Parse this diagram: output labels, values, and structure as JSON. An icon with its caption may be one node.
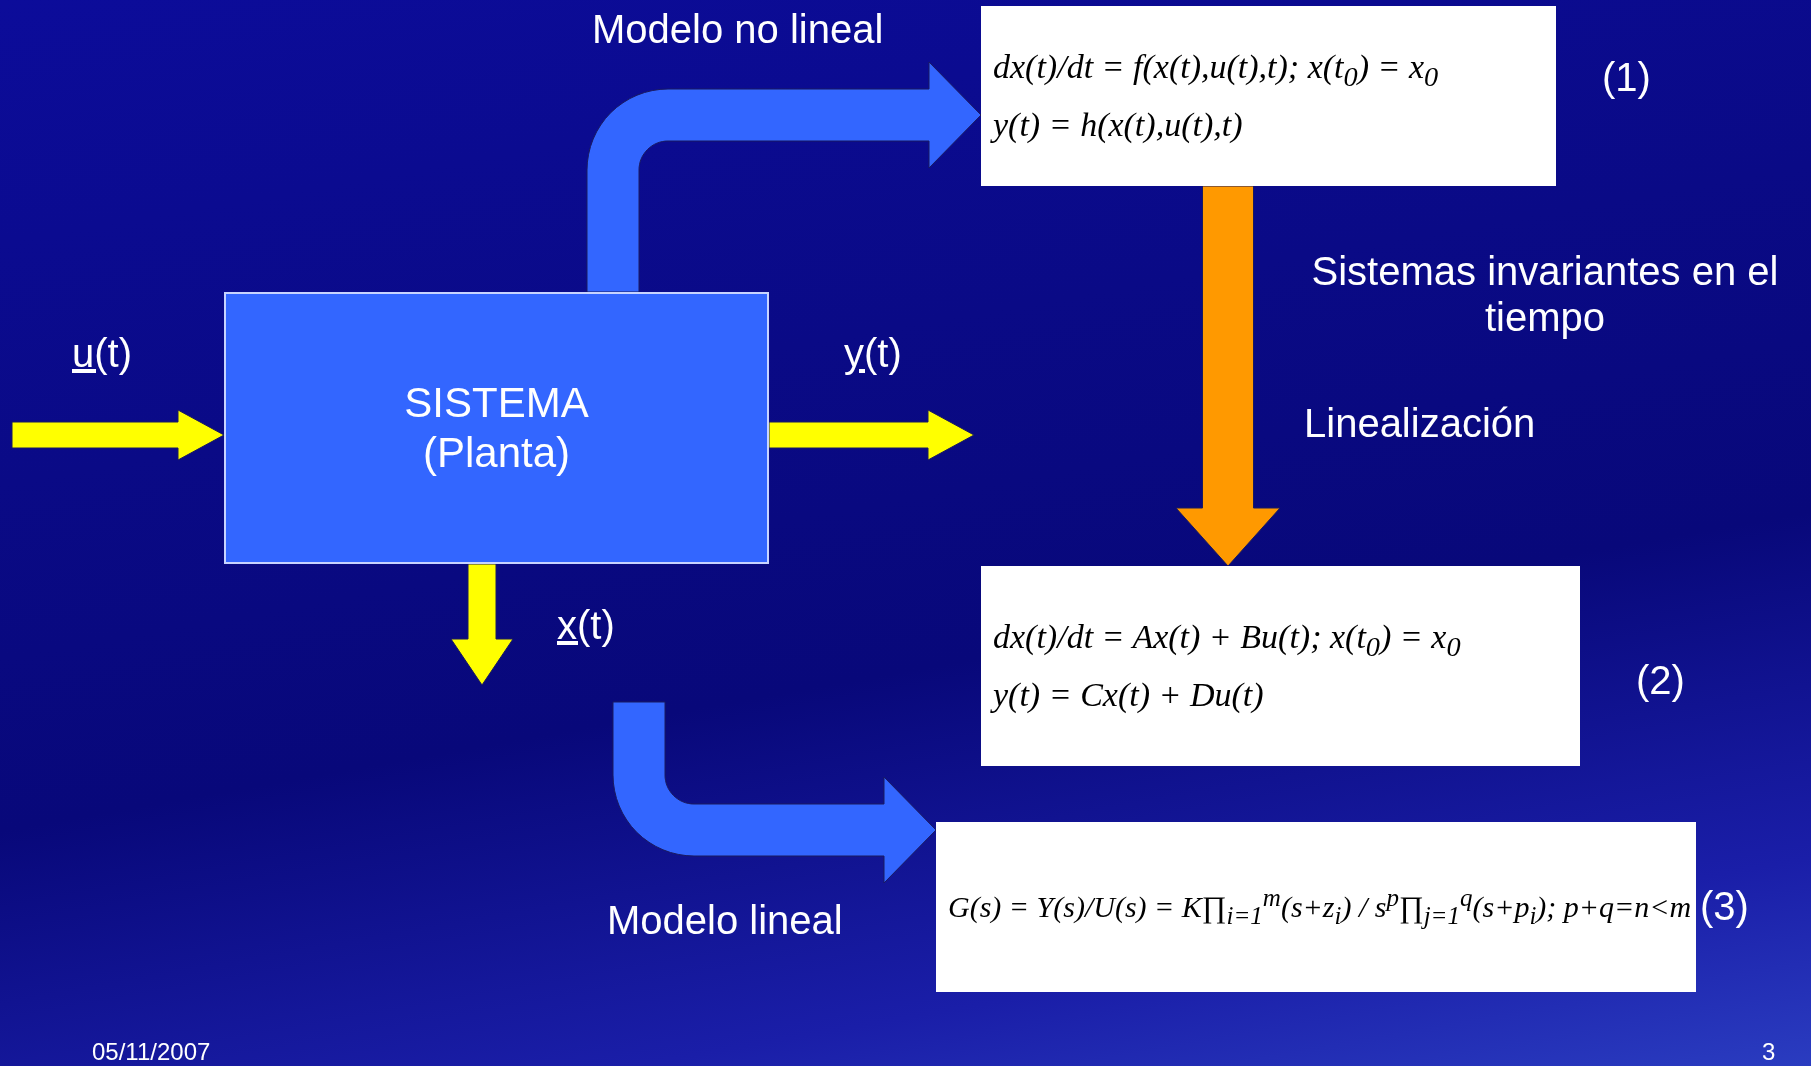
{
  "diagram": {
    "nodes": [
      {
        "text": [
          "SISTEMA (Planta)"
        ]
      },
      {
        "text": [
          "dx(t)/dt = f(x(t),u(t),t);   x(t$_{0}$) = x$_{0}$",
          "y(t) = h(x(t),u(t),t)"
        ],
        "beside": [
          "(1)"
        ]
      },
      {
        "text": [
          "dx(t)/dt = Ax(t) + Bu(t);   x(t$_{0}$) = x$_{0}$",
          "y(t) = Cx(t) + Du(t)"
        ],
        "beside": [
          "(2)"
        ]
      },
      {
        "text": [
          "G(s) = Y(s)/U(s) = K∏$_{i=1}$$^{m}$(s+z$_{i}$) / s$^{p}$∏$_{j=1}$$^{q}$(s+p$_{i}$);   p+q=n<m"
        ],
        "beside": [
          "(3)"
        ]
      }
    ],
    "edges": [
      {
        "from": null,
        "to": 0,
        "arrow": "to",
        "label": "u(t)"
      },
      {
        "from": 0,
        "to": null,
        "arrow": "to",
        "label": "y(t)"
      },
      {
        "from": 0,
        "to": null,
        "arrow": "to",
        "label": "x(t)"
      },
      {
        "from": 0,
        "to": 1,
        "arrow": "to",
        "label": "Modelo no lineal",
        "color": "#3366ff"
      },
      {
        "from": 1,
        "to": 2,
        "arrow": "to",
        "label": "Linealización",
        "color": "#ff9900"
      },
      {
        "from": null,
        "to": 3,
        "arrow": "to",
        "label": "Modelo lineal",
        "color": "#3366ff"
      }
    ],
    "labels": [
      "Sistemas invariantes en el tiempo",
      "05/11/2007",
      "3"
    ]
  }
}
